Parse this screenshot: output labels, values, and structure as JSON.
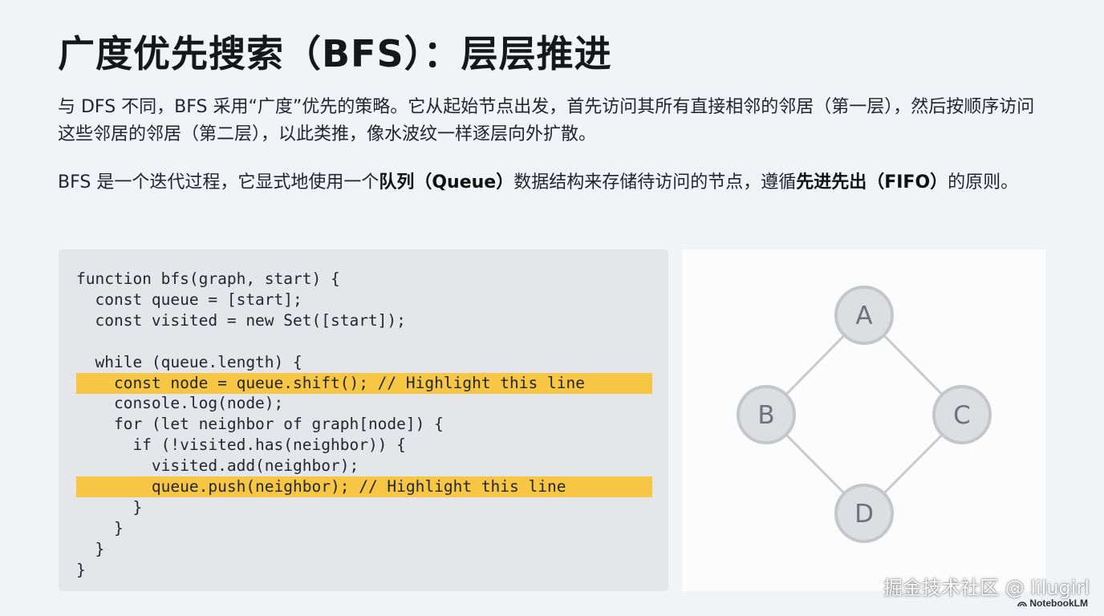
{
  "title": "广度优先搜索（BFS）：层层推进",
  "paragraph1": "与 DFS 不同，BFS 采用“广度”优先的策略。它从起始节点出发，首先访问其所有直接相邻的邻居（第一层），然后按顺序访问这些邻居的邻居（第二层），以此类推，像水波纹一样逐层向外扩散。",
  "paragraph2": {
    "part1": "BFS 是一个迭代过程，它显式地使用一个",
    "bold1": "队列（Queue）",
    "part2": "数据结构来存储待访问的节点，遵循",
    "bold2": "先进先出（FIFO）",
    "part3": "的原则。"
  },
  "code": {
    "lines": [
      "function bfs(graph, start) {",
      "  const queue = [start];",
      "  const visited = new Set([start]);",
      "",
      "  while (queue.length) {",
      "    const node = queue.shift(); // Highlight this line",
      "    console.log(node);",
      "    for (let neighbor of graph[node]) {",
      "      if (!visited.has(neighbor)) {",
      "        visited.add(neighbor);",
      "        queue.push(neighbor); // Highlight this line",
      "      }",
      "    }",
      "  }",
      "}"
    ],
    "highlighted_lines": [
      5,
      10
    ],
    "highlight_color": "#f6c644"
  },
  "graph": {
    "nodes": [
      "A",
      "B",
      "C",
      "D"
    ],
    "edges": [
      [
        "A",
        "B"
      ],
      [
        "A",
        "C"
      ],
      [
        "B",
        "D"
      ],
      [
        "C",
        "D"
      ]
    ],
    "node_fill": "#dddee1",
    "node_stroke": "#c4c6ca",
    "edge_color": "#c8cacd",
    "label_color": "#6f7278"
  },
  "watermark": "掘金技术社区 @ lilugirl",
  "brand": "NotebookLM"
}
